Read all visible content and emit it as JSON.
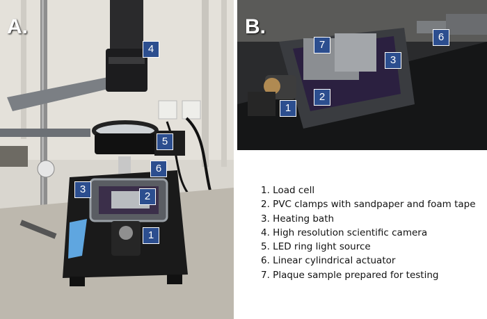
{
  "panels": {
    "a": {
      "letter": "A.",
      "tags": [
        "4",
        "5",
        "6",
        "3",
        "2",
        "1"
      ]
    },
    "b": {
      "letter": "B.",
      "tags": [
        "7",
        "3",
        "6",
        "2",
        "1"
      ]
    }
  },
  "legend": [
    "1. Load cell",
    "2. PVC clamps with sandpaper and foam tape",
    "3. Heating bath",
    "4. High resolution scientific camera",
    "5. LED ring light source",
    "6. Linear cylindrical actuator",
    "7. Plaque sample prepared for testing"
  ]
}
